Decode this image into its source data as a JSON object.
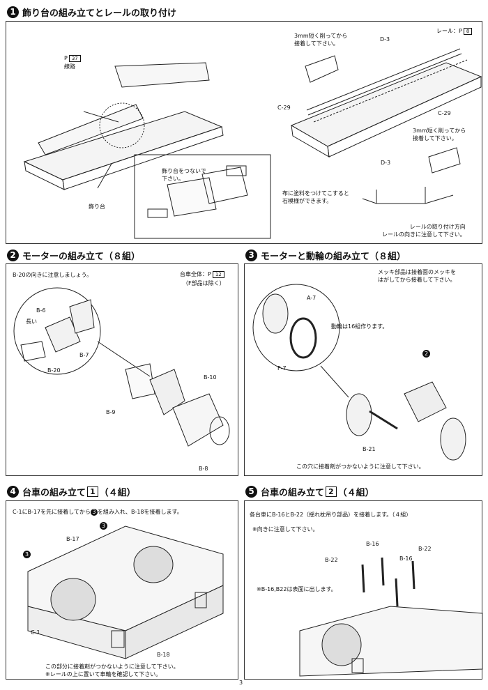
{
  "sec1": {
    "num": "1",
    "title": "飾り台の組み立てとレールの取り付け",
    "ref_rail": "レール：P",
    "ref_rail_num": "8",
    "ref_track": "P",
    "ref_track_num": "37",
    "track_label": "線路",
    "base_label": "飾り台",
    "join_note": "飾り台をつないで\n下さい。",
    "cut_note_1": "3mm短く削ってから\n接着して下さい。",
    "cut_note_2": "3mm短く削ってから\n接着して下さい。",
    "d3_a": "D-3",
    "d3_b": "D-3",
    "c29_a": "C-29",
    "c29_b": "C-29",
    "paint_note": "布に塗料をつけてこすると\n石模様ができます。",
    "rail_dir_note": "レールの取り付け方向\nレールの向きに注意して下さい。"
  },
  "sec2": {
    "num": "2",
    "title": "モーターの組み立て（８組）",
    "note": "B-20の向きに注意しましょう。",
    "ref": "台車全体：P",
    "ref_num": "12",
    "ref_sub": "（F部品は除く）",
    "b6": "B-6",
    "long": "長い",
    "b7": "B-7",
    "b20": "B-20",
    "b9": "B-9",
    "b10": "B-10",
    "b8": "B-8"
  },
  "sec3": {
    "num": "3",
    "title": "モーターと動輪の組み立て（８組）",
    "note": "メッキ部品は接着面のメッキを\nはがしてから接着して下さい。",
    "a7": "A-7",
    "f7": "F-7",
    "wheel_note": "動輪は16組作ります。",
    "step_ref": "2",
    "b21": "B-21",
    "glue_note": "この穴に接着剤がつかないように注意して下さい。"
  },
  "sec4": {
    "num": "4",
    "title": "台車の組み立て",
    "box": "1",
    "count": "（４組）",
    "note_pre": "C-1にB-17を先に接着してから",
    "note_ref": "3",
    "note_post": "を組み入れ、B-18を接着します。",
    "ref3_a": "3",
    "ref3_b": "3",
    "b17": "B-17",
    "c1": "C-1",
    "b18": "B-18",
    "bottom_note": "この部分に接着剤がつかないように注意して下さい。\n※レールの上に置いて車輪を確認して下さい。"
  },
  "sec5": {
    "num": "5",
    "title": "台車の組み立て",
    "box": "2",
    "count": "（４組）",
    "note": "各台車にB-16とB-22（揺れ枕吊り部品）を接着します。（４組）",
    "note2": "※向きに注意して下さい。",
    "b16_a": "B-16",
    "b16_b": "B-16",
    "b22_a": "B-22",
    "b22_b": "B-22",
    "surface_note": "※B-16,B22は表面に出します。"
  },
  "page_number": "3"
}
